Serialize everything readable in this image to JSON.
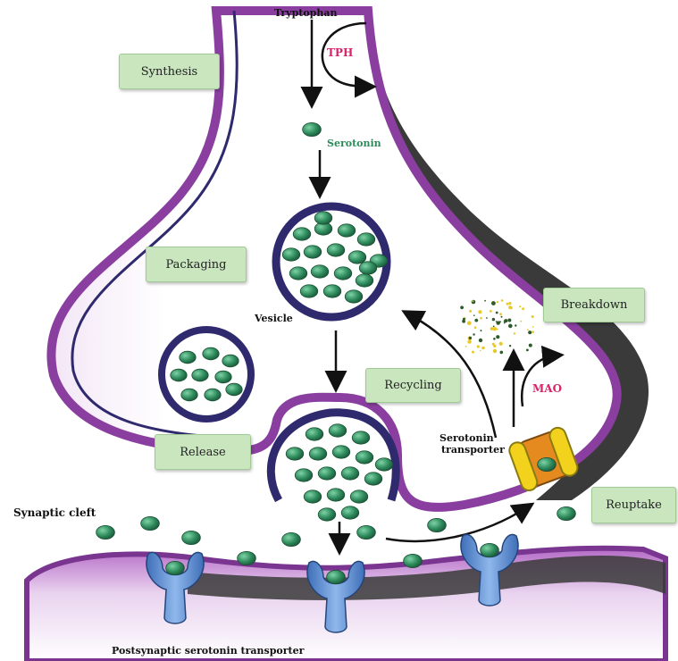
{
  "stages": {
    "synthesis": "Synthesis",
    "packaging": "Packaging",
    "release": "Release",
    "recycling": "Recycling",
    "breakdown": "Breakdown",
    "reuptake": "Reuptake"
  },
  "labels": {
    "tryptophan": "Tryptophan",
    "tph": "TPH",
    "serotonin": "Serotonin",
    "vesicle": "Vesicle",
    "mao": "MAO",
    "serotonin_transporter_line1": "Serotonin",
    "serotonin_transporter_line2": "transporter",
    "synaptic_cleft": "Synaptic cleft",
    "postsynaptic": "Postsynaptic serotonin transporter"
  },
  "colors": {
    "membrane_purple": "#8a3fa0",
    "membrane_dark": "#2f2a6e",
    "serotonin_green": "#2e8a5c",
    "receptor_blue": "#5b8fd6",
    "transporter_yellow": "#f2d21c",
    "transporter_orange": "#e58a1f",
    "enzyme_pink": "#d6246b",
    "label_box": "#c9e6bf"
  }
}
